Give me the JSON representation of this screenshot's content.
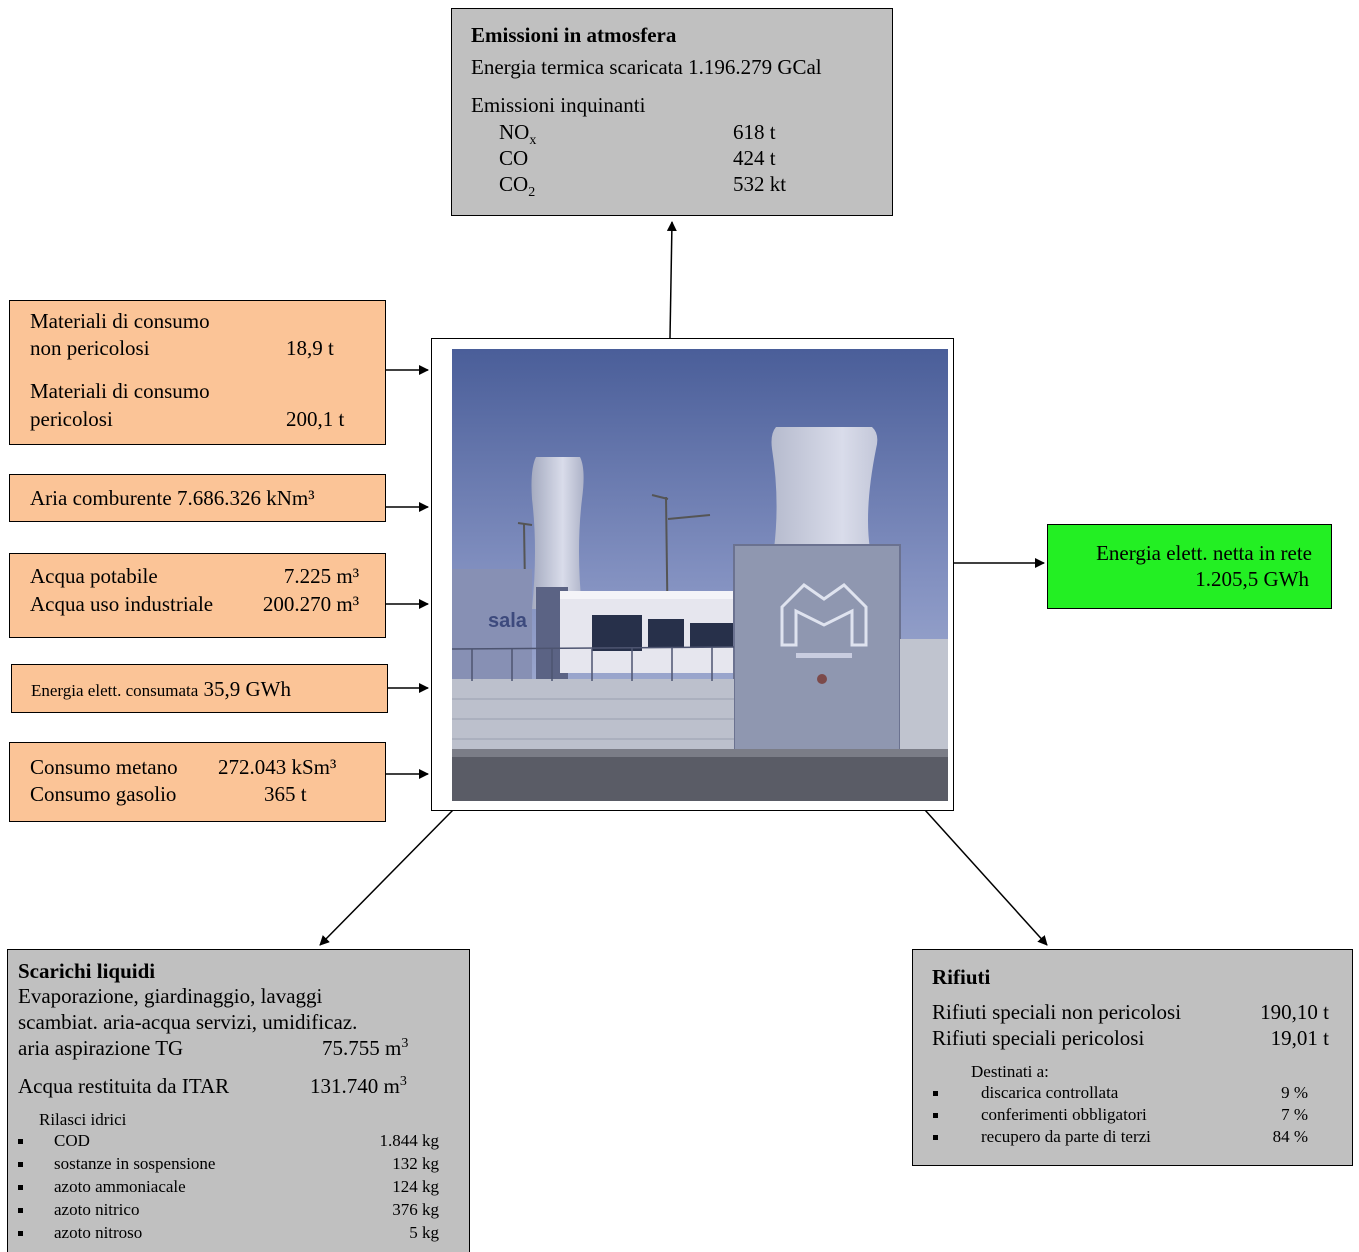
{
  "emissioni": {
    "title": "Emissioni in atmosfera",
    "energia_label": "Energia termica scaricata 1.196.279 GCal",
    "inquinanti_label": "Emissioni inquinanti",
    "rows": [
      {
        "name": "NO",
        "sub": "x",
        "value": "618 t"
      },
      {
        "name": "CO",
        "sub": "",
        "value": "424 t"
      },
      {
        "name": "CO",
        "sub": "2",
        "value": "532 kt"
      }
    ]
  },
  "materiali": {
    "line1": "Materiali di consumo",
    "line2": "non pericolosi",
    "value1": "18,9  t",
    "line3": "Materiali di consumo",
    "line4": "pericolosi",
    "value2": "200,1 t"
  },
  "aria": {
    "text": "Aria comburente 7.686.326 kNm³"
  },
  "acqua": {
    "label1": "Acqua potabile",
    "value1": "7.225 m³",
    "label2": "Acqua uso industriale",
    "value2": "200.270 m³"
  },
  "energia_consumata": {
    "label": "Energia elett. consumata",
    "value": "35,9 GWh"
  },
  "consumo": {
    "label1": "Consumo metano",
    "value1": "272.043  kSm³",
    "label2": "Consumo gasolio",
    "value2": "365 t"
  },
  "energia_rete": {
    "line1": "Energia elett. netta in rete",
    "line2": "1.205,5 GWh"
  },
  "scarichi": {
    "title": "Scarichi liquidi",
    "line1": "Evaporazione, giardinaggio, lavaggi",
    "line2": "scambiat. aria-acqua servizi, umidificaz.",
    "line3": "aria aspirazione TG",
    "value3": "75.755 m",
    "value3_sup": "3",
    "line4": "Acqua restituita da ITAR",
    "value4": "131.740 m",
    "value4_sup": "3",
    "rilasci_label": "Rilasci idrici",
    "rilasci": [
      {
        "name": "COD",
        "value": "1.844 kg"
      },
      {
        "name": "sostanze in sospensione",
        "value": "132 kg"
      },
      {
        "name": "azoto ammoniacale",
        "value": "124 kg"
      },
      {
        "name": "azoto nitrico",
        "value": "376 kg"
      },
      {
        "name": "azoto nitroso",
        "value": "5 kg"
      }
    ]
  },
  "rifiuti": {
    "title": "Rifiuti",
    "row1_label": "Rifiuti speciali non pericolosi",
    "row1_value": "190,10 t",
    "row2_label": "Rifiuti speciali pericolosi",
    "row2_value": "19,01 t",
    "destinati_label": "Destinati a:",
    "destinati": [
      {
        "name": "discarica controllata",
        "value": "9 %"
      },
      {
        "name": "conferimenti obbligatori",
        "value": "7 %"
      },
      {
        "name": "recupero da parte di terzi",
        "value": "84 %"
      }
    ]
  },
  "photo": {
    "sign_text": "sala"
  }
}
